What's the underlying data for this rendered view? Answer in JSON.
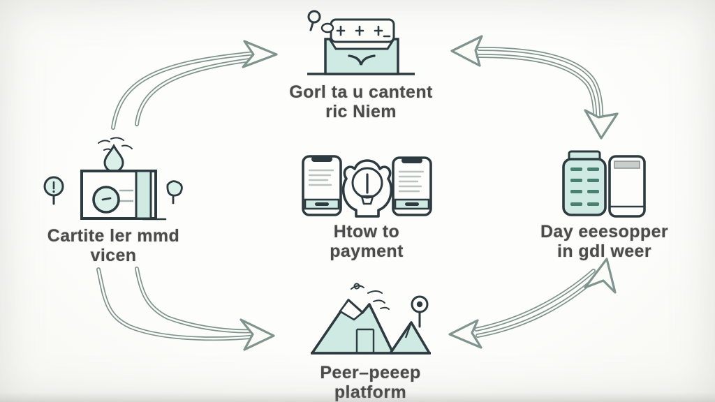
{
  "diagram": {
    "type": "cycle-flow-diagram",
    "nodes": {
      "top": {
        "line1": "Gorl ta u cantent",
        "line2": "ric Niem",
        "icon": "inbox-document-icon"
      },
      "left": {
        "line1": "Cartite ler mmd",
        "line2": "vicen",
        "icon": "device-clock-icon"
      },
      "center": {
        "line1": "Htow to",
        "line2": "payment",
        "icon": "phones-lightbulb-icon"
      },
      "right": {
        "line1": "Day eeesopper",
        "line2": "in gdl weer",
        "icon": "devices-list-icon"
      },
      "bottom": {
        "line1": "Peer–peeep",
        "line2": "platform",
        "icon": "mountains-flag-icon"
      }
    },
    "arrows": [
      {
        "name": "arrow-left-to-top",
        "heads": [
          "right"
        ]
      },
      {
        "name": "arrow-top-right-bidirectional",
        "heads": [
          "left",
          "down"
        ]
      },
      {
        "name": "arrow-left-to-bottom",
        "heads": [
          "right"
        ]
      },
      {
        "name": "arrow-bottom-right-bidirectional",
        "heads": [
          "left",
          "up"
        ]
      }
    ],
    "colors": {
      "background": "#fbfbf8",
      "icon_fill_teal": "#cfe9e3",
      "icon_fill_light": "#dcf0ea",
      "icon_outline": "#2d3b40",
      "icon_dash": "#47806f",
      "arrow_stroke": "#7f948f",
      "text": "#4b4b4b"
    }
  }
}
